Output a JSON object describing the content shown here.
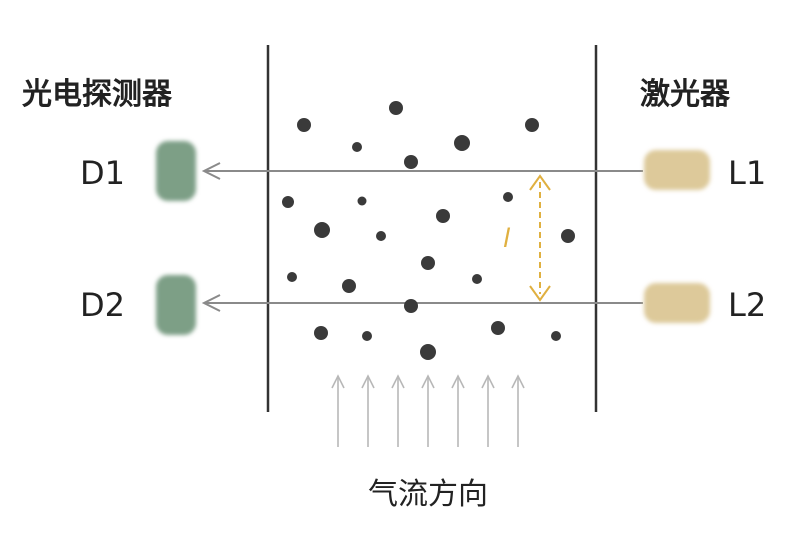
{
  "labels": {
    "detector_title": "光电探测器",
    "laser_title": "激光器",
    "detector_1": "D1",
    "detector_2": "D2",
    "laser_1": "L1",
    "laser_2": "L2",
    "distance": "l",
    "airflow": "气流方向"
  },
  "colors": {
    "detector": "#7d9f86",
    "laser": "#ddc99a",
    "particle": "#3a3a3a",
    "beam": "#8a8a8a",
    "wall": "#333333",
    "distance_marker": "#e0b040",
    "airflow_arrow": "#b8b8b8",
    "text": "#222222"
  },
  "icons": {
    "detector": "photodetector-block",
    "laser": "laser-block",
    "airflow": "up-arrow"
  }
}
